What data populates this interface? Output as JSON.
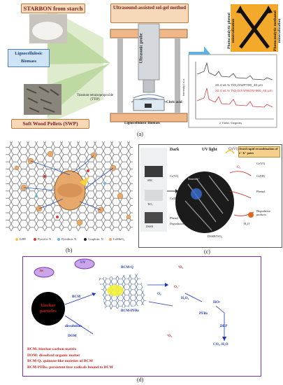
{
  "panel_a": {
    "starbon": "STARBON from starch",
    "lignocellulosic": "Lignocellulosic Biomass",
    "swp": "Soft Wood Pellets (SWP)",
    "ultrasound": "Ultrasound-assisted sol-gel method",
    "probe": "Ultrasonic probe",
    "ttip": "Titanium tetraisopropoxide (TTIP)",
    "citric": "Citric acid",
    "bottom_label": "Lignocellulosic Biomass",
    "phenol": "Photocatalytic phenol mineralization",
    "methanol": "Photocatalytic methanol mineralization",
    "legend1": "20.4 wt.% TiO₂/SWP700_48 μm",
    "legend2": "20.4 wt.% TiO₂/STARBON-800_48 μm",
    "xlabel": "2 Theta / Degrees",
    "ylabel": "Intensity / a.u.",
    "colors": {
      "orange_box": "#f6d9b8",
      "arrow": "#5ab3e6",
      "xrd_top": "#444444",
      "xrd_bottom": "#d63b3b"
    },
    "caption": "(a)"
  },
  "panel_b": {
    "legend": [
      "GBE",
      "Pyrrolic N",
      "Pyridinic N",
      "Graphitic N",
      "LaMnO₃"
    ],
    "legend_colors": [
      "#f1c453",
      "#d53b3b",
      "#6fb6d8",
      "#222222",
      "#e6a86b"
    ],
    "caption": "(b)"
  },
  "panel_c": {
    "dark": "Dark",
    "uv": "UV light",
    "cr6": "Cr(VI)",
    "cr3": "Cr(III)",
    "avoid": "Avoid rapid recombination of e⁻-h⁺ pairs",
    "phenol": "Phenol",
    "degradation": "Degradation products",
    "dssbtio2": "DSSB/TiO₂",
    "samples": [
      "SBC",
      "TiO₂",
      "DSSB"
    ],
    "o2": "O₂",
    "h2o": "H₂O",
    "stored": "Stored e⁻",
    "caption": "(c)"
  },
  "panel_d": {
    "uv": "UV",
    "hv": "hv",
    "biochar": "biochar particles",
    "bcm": "BCM",
    "bcmq": "BCM-Q",
    "bcmpfrs": "BCM-PFRs",
    "dissolution": "dissolution",
    "dom": "DOM",
    "singlet": "¹O₂",
    "h2o2": "H₂O₂",
    "ho": "HO•",
    "pfrs": "PFRs",
    "dep": "DEP",
    "products": "CO₂, H₂O",
    "o2": "O₂",
    "o2rad": "O₂⁻",
    "notes": [
      "BCM: biochar carbon matrix",
      "DOM: dissolved organic matter",
      "BCM-Q: quinone-like moieties of BCM",
      "BCM-PFRs: persistent free radicals bound to BCM"
    ],
    "caption": "(d)"
  }
}
